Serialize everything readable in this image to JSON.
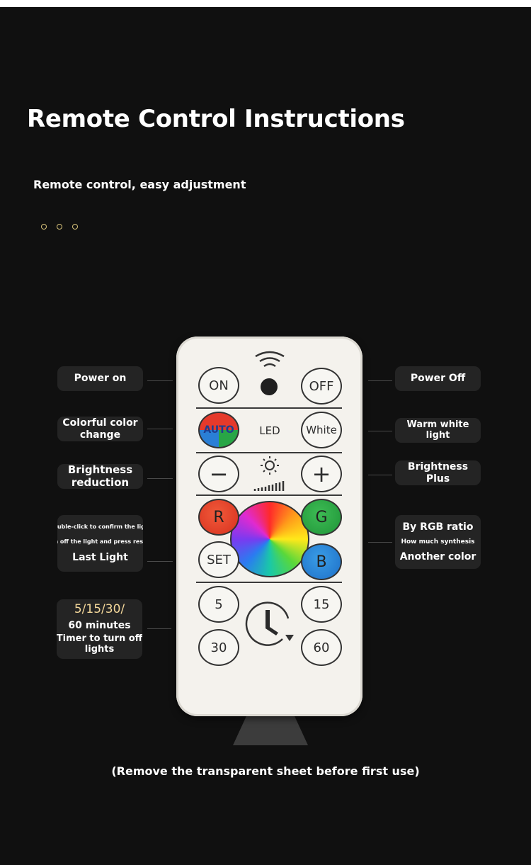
{
  "header": {
    "title": "Remote Control Instructions",
    "subtitle": "Remote control, easy adjustment"
  },
  "labels": {
    "power_on": "Power on",
    "power_off": "Power Off",
    "colorful_1": "Colorful color",
    "colorful_2": "change",
    "warm_1": "Warm white",
    "warm_2": "light",
    "bright_red_1": "Brightness",
    "bright_red_2": "reduction",
    "bright_plus_1": "Brightness",
    "bright_plus_2": "Plus",
    "last_1": "Double-click to confirm the light",
    "last_2": "Turn off the light and press restore",
    "last_3": "Last Light",
    "rgb_1": "By RGB ratio",
    "rgb_2": "How much synthesis",
    "rgb_3": "Another color",
    "timer_1": "5/15/30/",
    "timer_2": "60 minutes",
    "timer_3": "Timer to turn off",
    "timer_4": "lights"
  },
  "remote": {
    "on": "ON",
    "off": "OFF",
    "auto": "AUTO",
    "led": "LED",
    "white": "White",
    "minus": "−",
    "plus": "+",
    "r": "R",
    "g": "G",
    "b": "B",
    "set": "SET",
    "t5": "5",
    "t15": "15",
    "t30": "30",
    "t60": "60"
  },
  "footer": {
    "note": "(Remove the transparent sheet before first use)"
  },
  "colors": {
    "background": "#101010",
    "pill": "#242424",
    "accent_gold": "#f3d79a",
    "red": "#d8301e",
    "green": "#1f9538",
    "blue": "#1d6fc8"
  },
  "icons": [
    "signal-icon",
    "sun-icon",
    "clock-icon"
  ]
}
